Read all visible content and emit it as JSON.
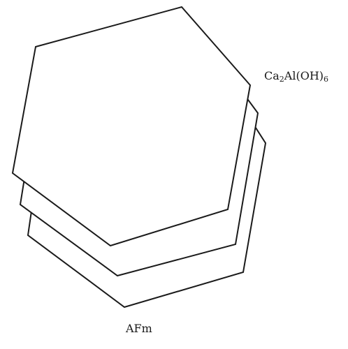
{
  "layer_label": {
    "parts": [
      "Ca",
      "2",
      "Al(OH)",
      "6"
    ]
  },
  "phase_label": "AFm",
  "colors": {
    "stroke": "#1a1a1a",
    "fill": "#ffffff",
    "background": "#ffffff"
  }
}
